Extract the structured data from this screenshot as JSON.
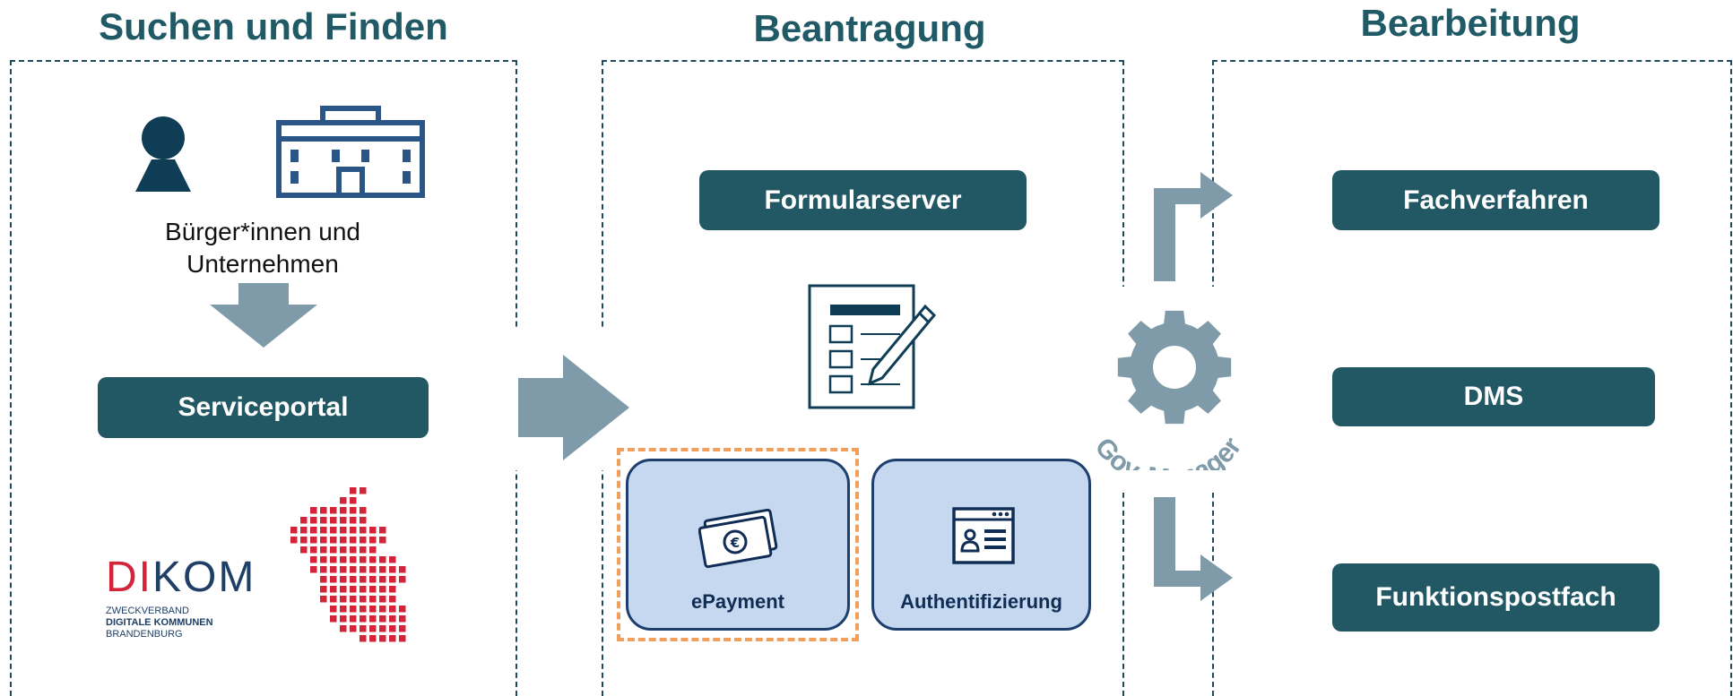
{
  "sections": {
    "search": {
      "title": "Suchen und Finden"
    },
    "apply": {
      "title": "Beantragung"
    },
    "process": {
      "title": "Bearbeitung"
    }
  },
  "search": {
    "people_label_line1": "Bürger*innen und",
    "people_label_line2": "Unternehmen",
    "portal_label": "Serviceportal",
    "logo": {
      "wordmark": "DIKOM",
      "line1": "ZWECKVERBAND",
      "line2": "DIGITALE KOMMUNEN",
      "line3": "BRANDENBURG"
    }
  },
  "apply": {
    "formserver_label": "Formularserver",
    "epayment_label": "ePayment",
    "auth_label": "Authentifizierung"
  },
  "gov_manager": {
    "label": "Gov. Manager"
  },
  "process": {
    "fachverfahren_label": "Fachverfahren",
    "dms_label": "DMS",
    "funktionspostfach_label": "Funktionspostfach"
  },
  "colors": {
    "primary": "#225764",
    "heading": "#1f5a66",
    "arrow": "#7f9aa8",
    "card_fill": "#c6d8ef",
    "card_border": "#1e3f6e",
    "highlight_dash": "#f0a05a",
    "logo_red": "#d4243a"
  },
  "icons": [
    "person-icon",
    "building-icon",
    "form-icon",
    "money-icon",
    "id-browser-icon",
    "gear-icon"
  ]
}
